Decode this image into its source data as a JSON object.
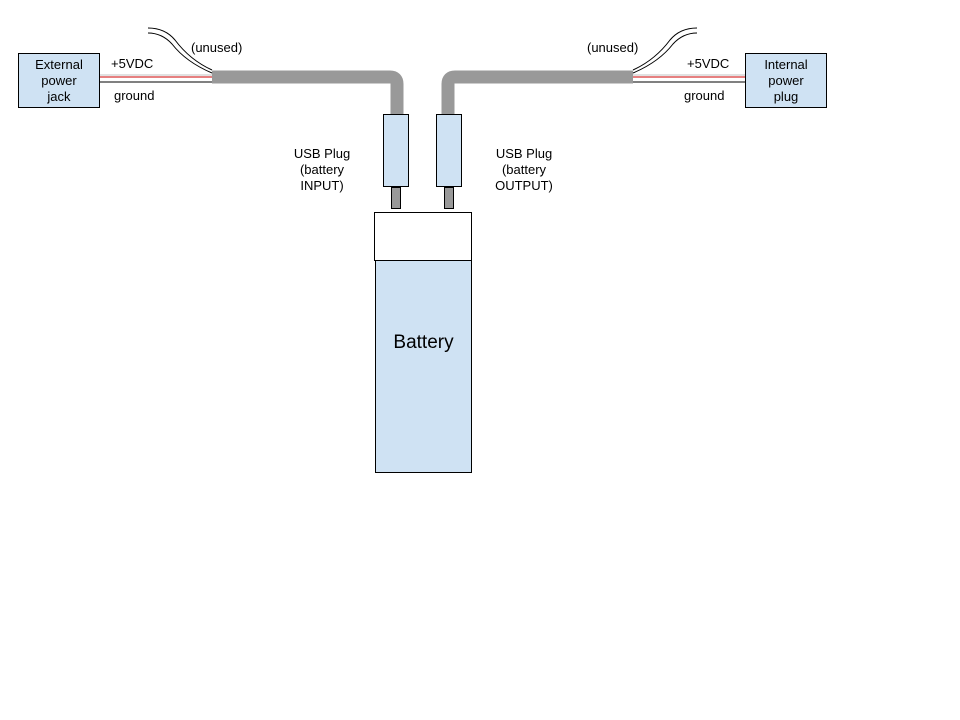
{
  "colors": {
    "box_fill": "#cfe2f3",
    "cable": "#999999",
    "wire_positive": "#cc0000",
    "wire_ground": "#000000"
  },
  "left": {
    "box_label": "External\npower\njack",
    "wire_plus_label": "+5VDC",
    "wire_ground_label": "ground",
    "unused_label": "(unused)",
    "usb_label": "USB Plug\n(battery\nINPUT)"
  },
  "right": {
    "box_label": "Internal\npower\nplug",
    "wire_plus_label": "+5VDC",
    "wire_ground_label": "ground",
    "unused_label": "(unused)",
    "usb_label": "USB Plug\n(battery\nOUTPUT)"
  },
  "battery": {
    "label": "Battery"
  }
}
